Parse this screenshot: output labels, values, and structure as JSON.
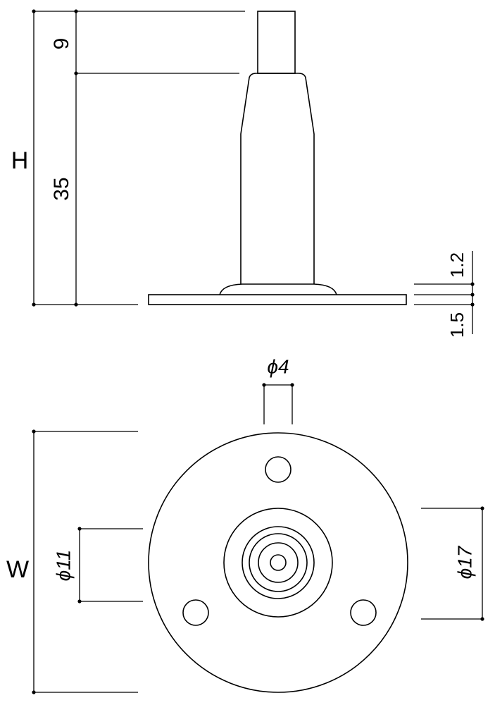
{
  "side_view": {
    "height_label": "H",
    "dim_top": "9",
    "dim_main": "35",
    "dim_upper_thickness": "1.2",
    "dim_lower_thickness": "1.5"
  },
  "top_view": {
    "width_label": "W",
    "dim_pin_diameter": "ϕ4",
    "dim_inner_diameter": "ϕ11",
    "dim_outer_diameter": "ϕ17"
  }
}
